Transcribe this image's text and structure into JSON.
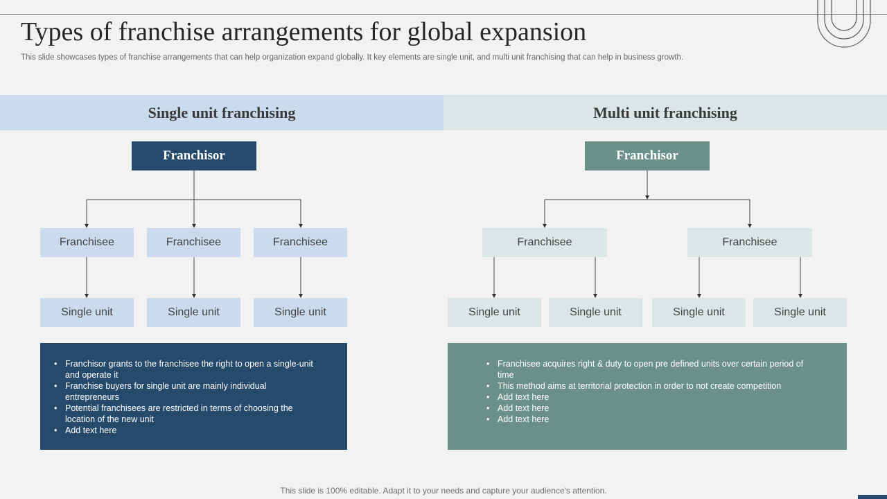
{
  "title": "Types of franchise arrangements for global expansion",
  "subtitle": "This slide showcases types of franchise arrangements that can help organization expand globally. It key elements are single unit, and multi unit franchising that can help in business growth.",
  "colors": {
    "navy": "#254a6c",
    "teal": "#6b9088",
    "light_blue": "#c9dbed",
    "light_grey": "#dde6e6"
  },
  "single": {
    "heading": "Single unit franchising",
    "franchisor": "Franchisor",
    "franchisees": [
      "Franchisee",
      "Franchisee",
      "Franchisee"
    ],
    "units": [
      "Single unit",
      "Single unit",
      "Single unit"
    ],
    "bullets": [
      "Franchisor grants to the franchisee the right to open a single-unit and operate it",
      "Franchise buyers for single unit are mainly individual  entrepreneurs",
      "Potential franchisees  are restricted in terms of choosing the location of the new unit",
      "Add text here"
    ]
  },
  "multi": {
    "heading": "Multi unit franchising",
    "franchisor": "Franchisor",
    "franchisees": [
      "Franchisee",
      "Franchisee"
    ],
    "units": [
      "Single unit",
      "Single unit",
      "Single unit",
      "Single unit"
    ],
    "bullets": [
      "Franchisee acquires right & duty to open pre defined units over certain period of time",
      "This method aims at territorial  protection in order to not create competition",
      "Add text here",
      "Add text here",
      "Add text here"
    ]
  },
  "footer": "This slide is 100% editable. Adapt it to your needs and capture your audience's attention."
}
